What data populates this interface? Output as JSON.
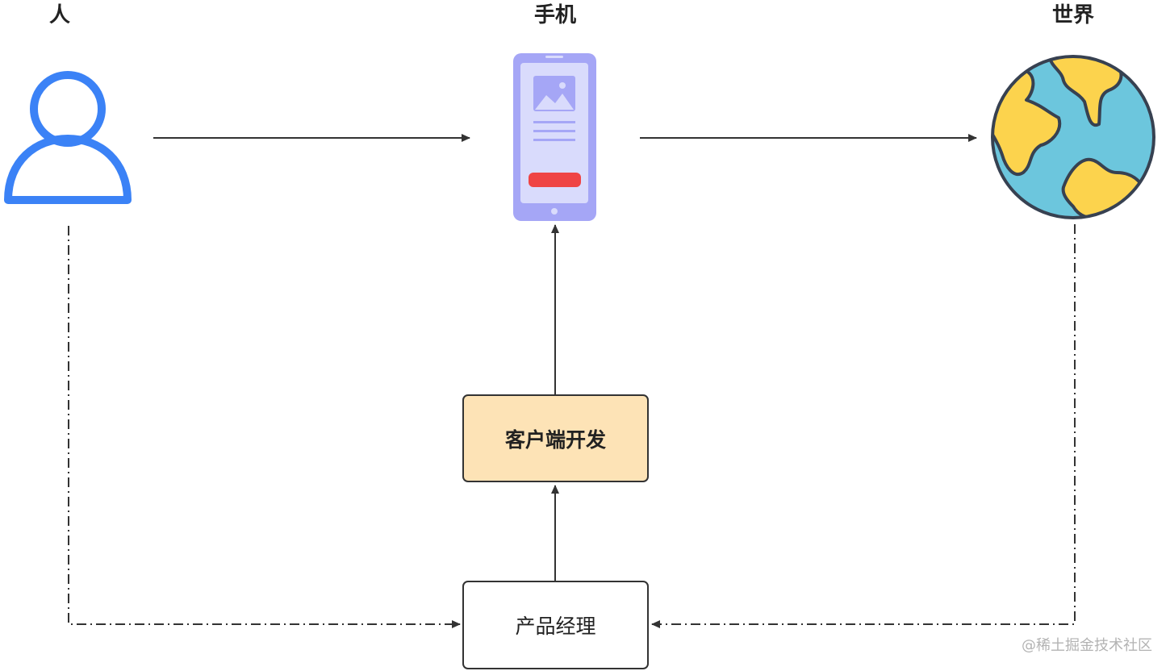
{
  "nodes": {
    "person": {
      "label": "人",
      "icon": "person-icon"
    },
    "phone": {
      "label": "手机",
      "icon": "smartphone-icon"
    },
    "world": {
      "label": "世界",
      "icon": "globe-icon"
    },
    "client_dev": {
      "label": "客户端开发",
      "fill": "#fde3b6"
    },
    "product_manager": {
      "label": "产品经理",
      "fill": "#ffffff"
    }
  },
  "edges": [
    {
      "from": "人",
      "to": "手机",
      "style": "solid"
    },
    {
      "from": "手机",
      "to": "世界",
      "style": "solid"
    },
    {
      "from": "客户端开发",
      "to": "手机",
      "style": "solid"
    },
    {
      "from": "产品经理",
      "to": "客户端开发",
      "style": "solid"
    },
    {
      "from": "人",
      "to": "产品经理",
      "style": "dash-dot"
    },
    {
      "from": "世界",
      "to": "产品经理",
      "style": "dash-dot"
    }
  ],
  "colors": {
    "person": "#3b82f6",
    "phone_body": "#a5a6f6",
    "phone_screen": "#d9dbfc",
    "phone_button": "#ef4444",
    "globe_ocean": "#6cc6dd",
    "globe_land": "#fcd34d",
    "line": "#333333"
  },
  "watermark": "@稀土掘金技术社区"
}
